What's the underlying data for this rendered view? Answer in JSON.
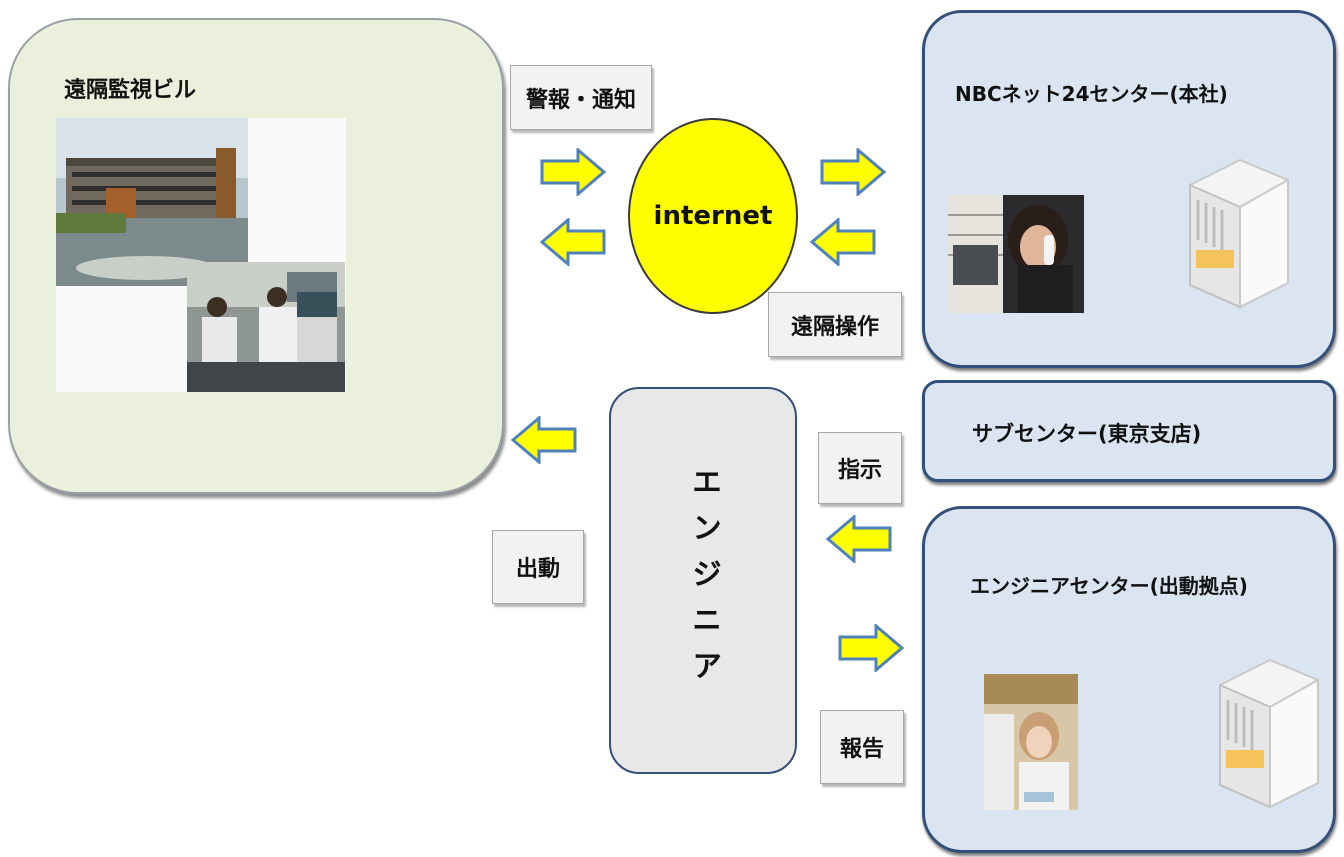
{
  "remote_building": {
    "title": "遠隔監視ビル"
  },
  "labels": {
    "alarm": "警報・通知",
    "remote_op": "遠隔操作",
    "dispatch": "出動",
    "instruction": "指示",
    "report": "報告"
  },
  "internet": "internet",
  "engineer": "エンジニア",
  "hq": {
    "title": "NBCネット24センター(本社)"
  },
  "sub_center": {
    "title": "サブセンター(東京支店)"
  },
  "engineer_center": {
    "title": "エンジニアセンター(出動拠点)"
  },
  "colors": {
    "arrow_fill": "#ffff00",
    "arrow_stroke": "#4f81bd",
    "internet": "#ffff00",
    "blue_panel": "#dbe5f1",
    "green_panel": "#ebf0dd"
  }
}
